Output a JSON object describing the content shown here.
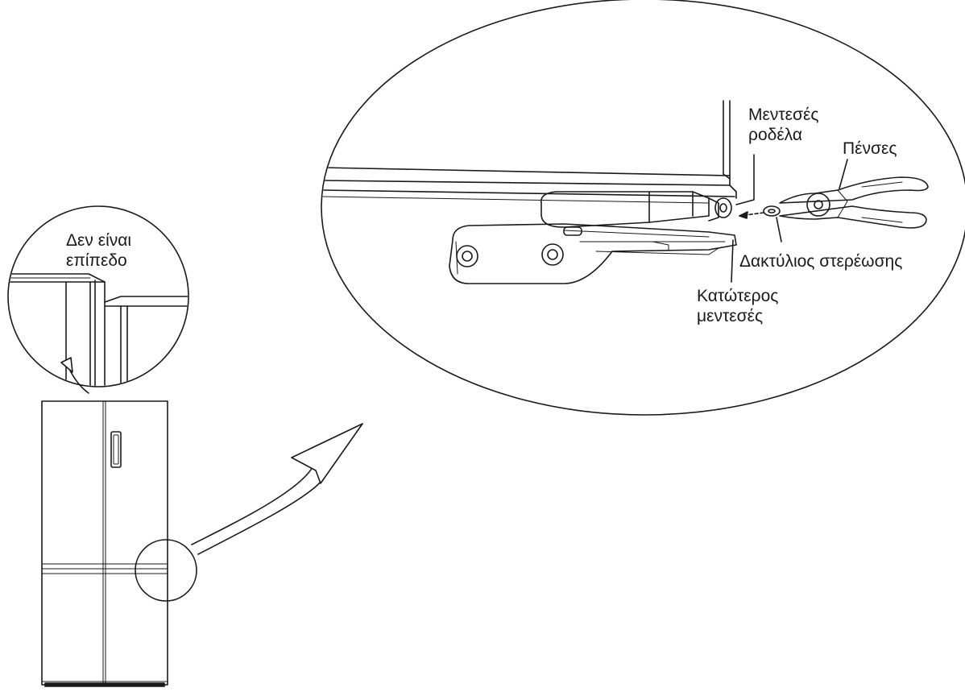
{
  "labels": {
    "not_level": [
      "Δεν είναι",
      "επίπεδο"
    ],
    "hinge_washer": [
      "Μεντεσές",
      "ροδέλα"
    ],
    "pliers": "Πένσες",
    "retaining_ring": "Δακτύλιος στερέωσης",
    "lower_hinge": [
      "Κατώτερος",
      "μεντεσές"
    ]
  },
  "colors": {
    "line": "#1a1a1a",
    "background": "#ffffff"
  }
}
